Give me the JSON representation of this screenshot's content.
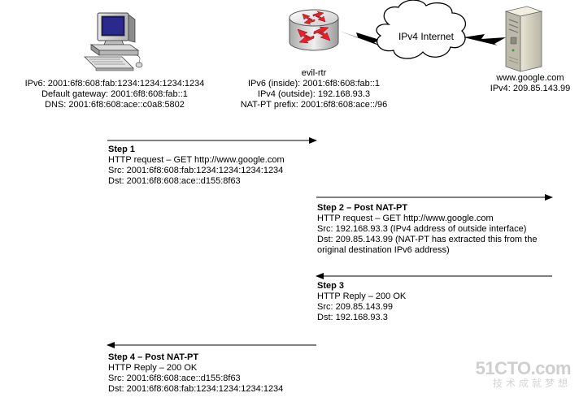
{
  "hosts": {
    "client": {
      "lines": [
        "IPv6: 2001:6f8:608:fab:1234:1234:1234:1234",
        "Default gateway: 2001:6f8:608:fab::1",
        "DNS: 2001:6f8:608:ace::c0a8:5802"
      ]
    },
    "router": {
      "name": "evil-rtr",
      "lines": [
        "IPv6 (inside): 2001:6f8:608:fab::1",
        "IPv4 (outside): 192.168.93.3",
        "NAT-PT prefix: 2001:6f8:608:ace::/96"
      ]
    },
    "cloud": {
      "label": "IPv4 Internet"
    },
    "server": {
      "name": "www.google.com",
      "lines": [
        "IPv4: 209.85.143.99"
      ]
    }
  },
  "steps": [
    {
      "title": "Step 1",
      "lines": [
        "HTTP request – GET http://www.google.com",
        "Src: 2001:6f8:608:fab:1234:1234:1234:1234",
        "Dst: 2001:6f8:608:ace::d155:8f63"
      ]
    },
    {
      "title": "Step 2 – Post NAT-PT",
      "lines": [
        "HTTP request – GET http://www.google.com",
        "Src: 192.168.93.3 (IPv4 address of outside interface)",
        "Dst: 209.85.143.99 (NAT-PT has extracted this from the",
        "original destination IPv6 address)"
      ]
    },
    {
      "title": "Step 3",
      "lines": [
        "HTTP Reply – 200 OK",
        "Src: 209.85.143.99",
        "Dst: 192.168.93.3"
      ]
    },
    {
      "title": "Step 4 – Post NAT-PT",
      "lines": [
        "HTTP Reply – 200 OK",
        "Src: 2001:6f8:608:ace::d155:8f63",
        "Dst: 2001:6f8:608:fab:1234:1234:1234:1234"
      ]
    }
  ],
  "watermark": {
    "main": "51CTO.com",
    "sub": "技术成就梦想"
  },
  "colors": {
    "router_red": "#e8202a",
    "cloud_stroke": "#000000",
    "arrow": "#000000"
  }
}
